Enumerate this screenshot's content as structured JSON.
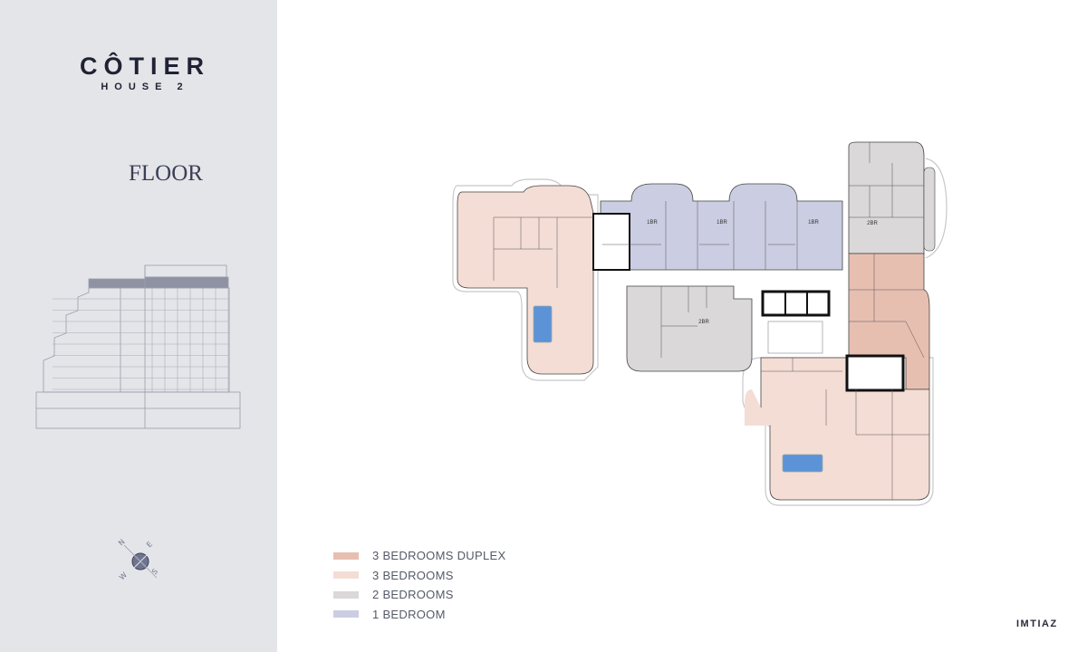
{
  "sidebar": {
    "brand_name": "CÔTIER",
    "brand_sub": "HOUSE 2",
    "page_title": "FLOOR",
    "compass": {
      "n": "N",
      "e": "E",
      "s": "S",
      "w": "W"
    }
  },
  "plan": {
    "unit_labels": [
      "1BR",
      "1BR",
      "1BR",
      "2BR",
      "2BR"
    ],
    "colors": {
      "three_bed_duplex": "#e7bfb1",
      "three_bed": "#f4ddd5",
      "two_bed": "#dad8d8",
      "one_bed": "#cbcde2",
      "pool": "#5b93d6",
      "wall": "#111111"
    }
  },
  "legend": [
    {
      "label": "3 BEDROOMS DUPLEX",
      "color": "#e7bfb1"
    },
    {
      "label": "3 BEDROOMS",
      "color": "#f4ddd5"
    },
    {
      "label": "2 BEDROOMS",
      "color": "#dad8d8"
    },
    {
      "label": "1 BEDROOM",
      "color": "#cbcde2"
    }
  ],
  "footer": {
    "logo": "IMTIAZ"
  }
}
